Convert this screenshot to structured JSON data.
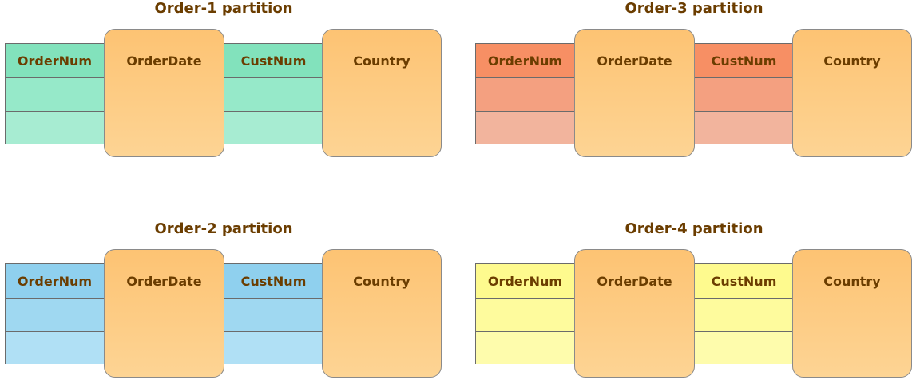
{
  "columns": {
    "order_num": "OrderNum",
    "order_date": "OrderDate",
    "cust_num": "CustNum",
    "country": "Country"
  },
  "partitions": [
    {
      "title": "Order-1 partition",
      "color": "#82e2bc"
    },
    {
      "title": "Order-2 partition",
      "color": "#8fd0ee"
    },
    {
      "title": "Order-3 partition",
      "color": "#f78f64"
    },
    {
      "title": "Order-4 partition",
      "color": "#fefa8e"
    }
  ],
  "pill_color": "#fdc373",
  "title_color": "#6b3d00"
}
